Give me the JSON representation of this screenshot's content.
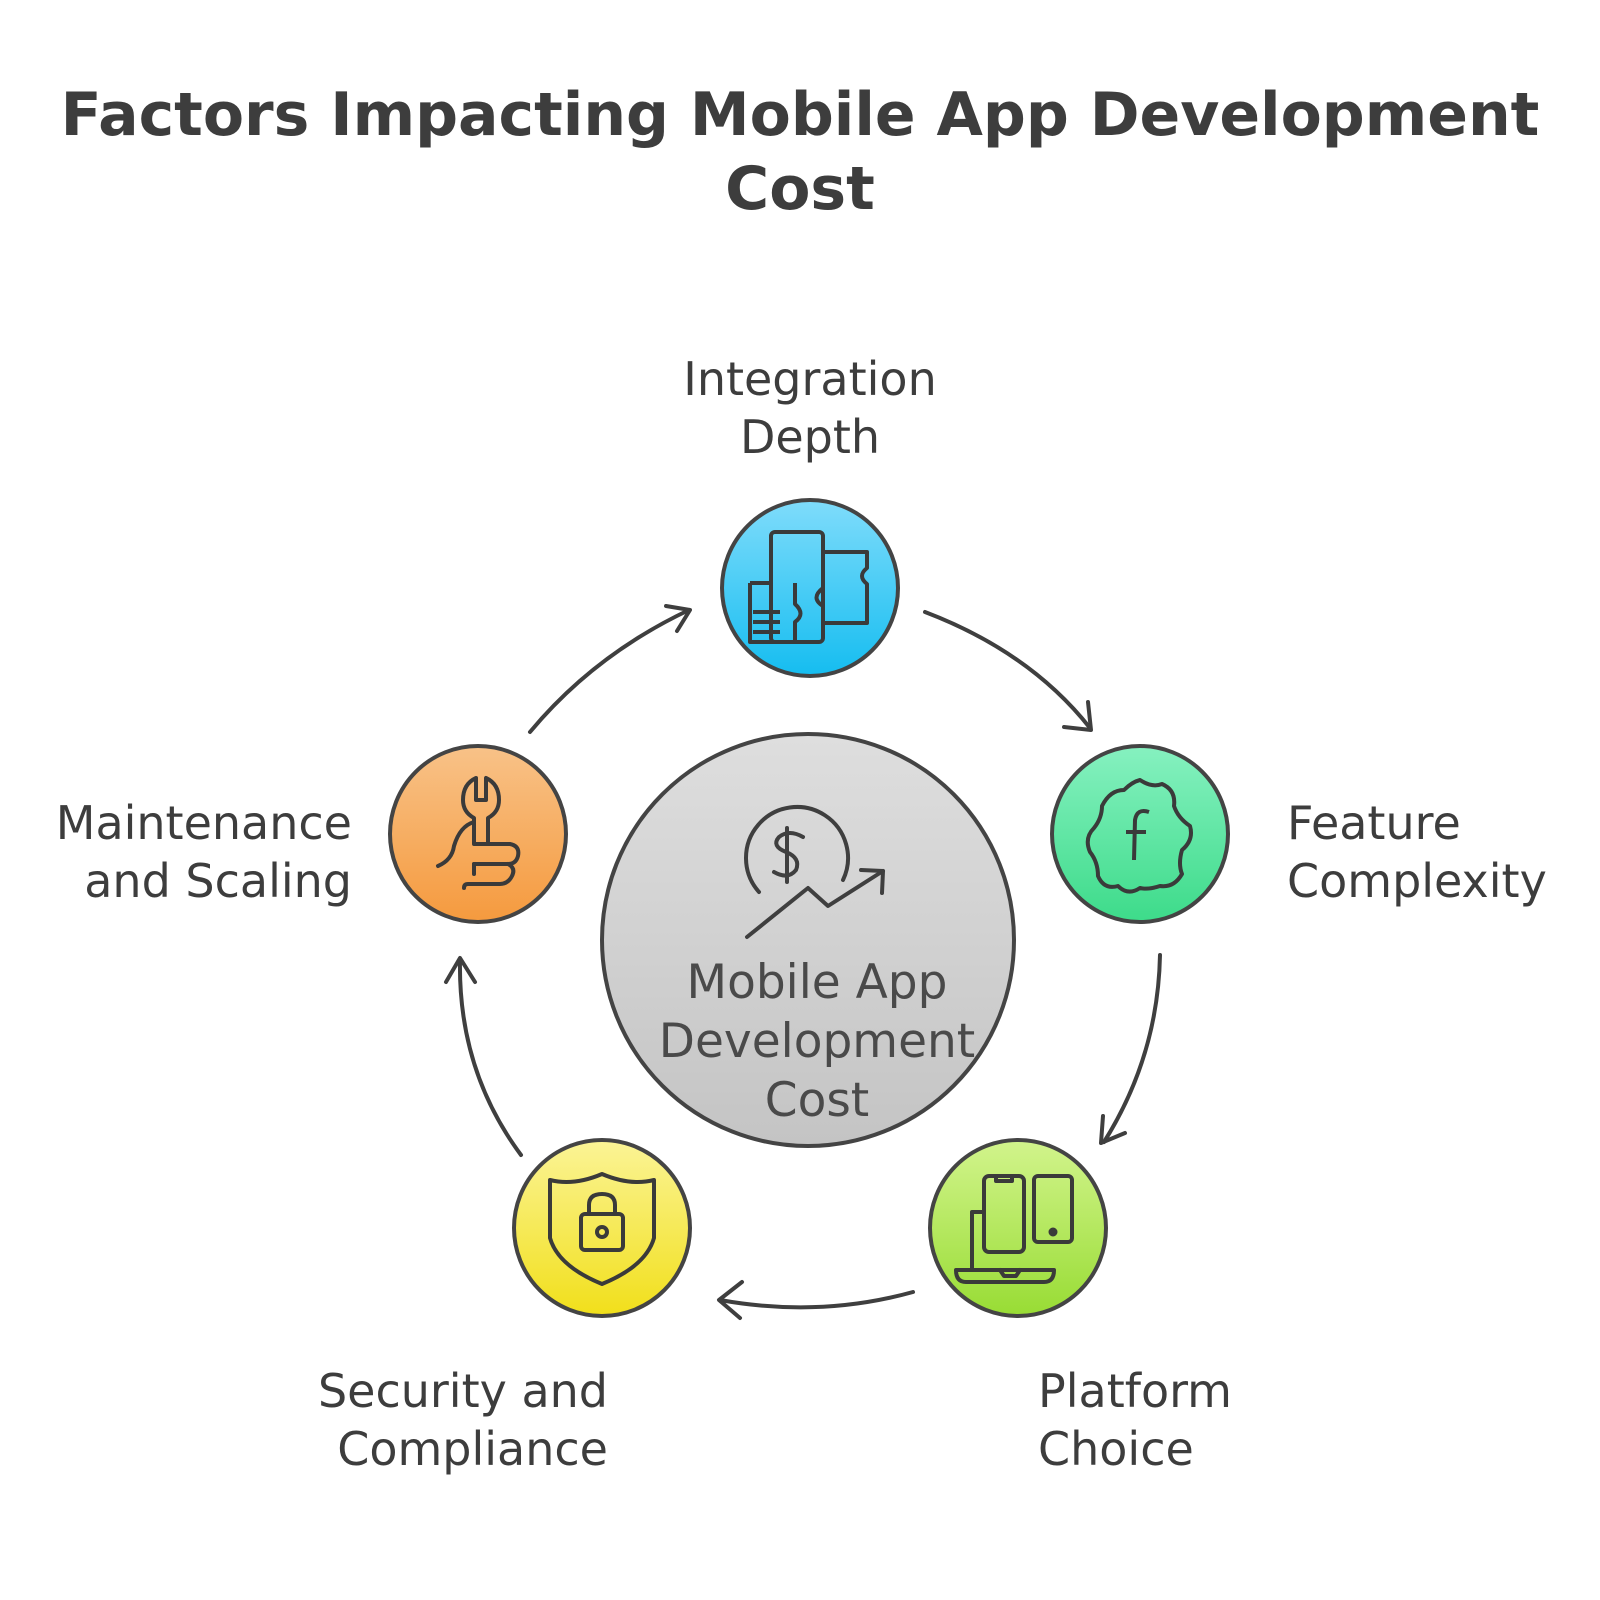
{
  "title": {
    "line1": "Factors Impacting Mobile App Development",
    "line2": "Cost"
  },
  "center": {
    "line1": "Mobile App",
    "line2": "Development",
    "line3": "Cost",
    "icon": "dollar-growth-icon",
    "color": "#c8c8c8"
  },
  "nodes": [
    {
      "line1": "Integration",
      "line2": "Depth",
      "icon": "puzzle-devices-icon",
      "color": "#22c3f0"
    },
    {
      "line1": "Feature",
      "line2": "Complexity",
      "icon": "feature-gear-icon",
      "color": "#4fe09a"
    },
    {
      "line1": "Platform",
      "line2": "Choice",
      "icon": "multi-device-icon",
      "color": "#a6e34a"
    },
    {
      "line1": "Security and",
      "line2": "Compliance",
      "icon": "shield-lock-icon",
      "color": "#f4e833"
    },
    {
      "line1": "Maintenance",
      "line2": "and Scaling",
      "icon": "wrench-thumbs-up-icon",
      "color": "#f7a24a"
    }
  ]
}
